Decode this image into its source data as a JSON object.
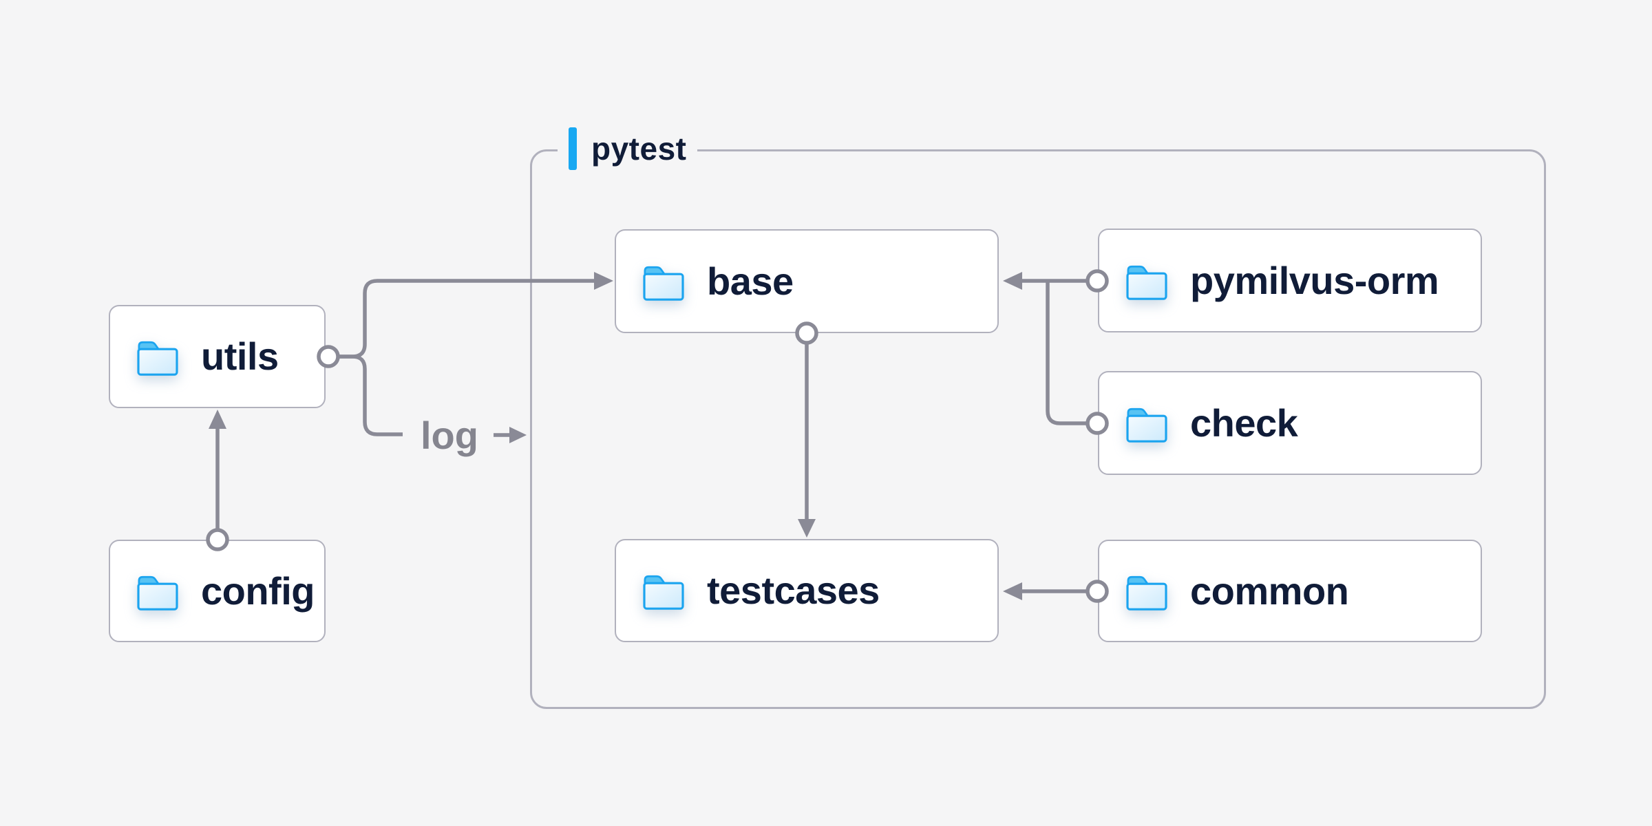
{
  "diagram": {
    "group": {
      "label": "pytest"
    },
    "nodes": [
      {
        "id": "utils",
        "label": "utils",
        "icon": "folder-icon"
      },
      {
        "id": "config",
        "label": "config",
        "icon": "folder-icon"
      },
      {
        "id": "base",
        "label": "base",
        "icon": "folder-icon"
      },
      {
        "id": "testcases",
        "label": "testcases",
        "icon": "folder-icon"
      },
      {
        "id": "pymilvus-orm",
        "label": "pymilvus-orm",
        "icon": "folder-icon"
      },
      {
        "id": "check",
        "label": "check",
        "icon": "folder-icon"
      },
      {
        "id": "common",
        "label": "common",
        "icon": "folder-icon"
      }
    ],
    "edge_label": "log",
    "edges": [
      {
        "from": "config",
        "to": "utils"
      },
      {
        "from": "utils",
        "to": "base"
      },
      {
        "from": "utils",
        "to": "log"
      },
      {
        "from": "base",
        "to": "testcases"
      },
      {
        "from": "pymilvus-orm",
        "to": "base"
      },
      {
        "from": "check",
        "to": "base"
      },
      {
        "from": "common",
        "to": "testcases"
      }
    ],
    "colors": {
      "background": "#f5f5f6",
      "node_fill": "#ffffff",
      "node_border": "#b1b1bd",
      "line_gray": "#8a8a96",
      "accent_blue": "#18a8f2",
      "text_navy": "#101c38",
      "folder_blue": "#1ba4ef"
    }
  }
}
